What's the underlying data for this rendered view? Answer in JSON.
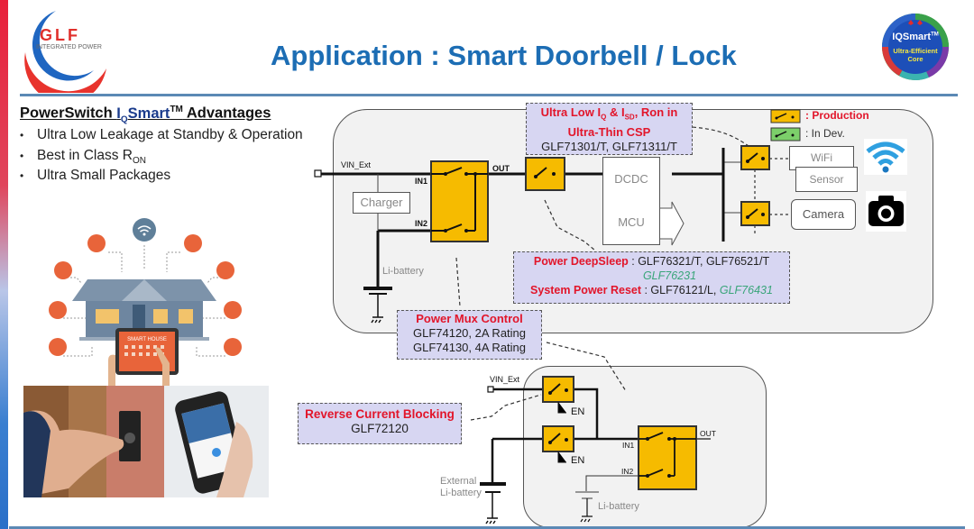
{
  "header": {
    "title": "Application : Smart Doorbell / Lock",
    "logo_main": "GLF",
    "logo_sub": "INTEGRATED POWER",
    "badge_title": "IQSmart",
    "badge_tm": "TM",
    "badge_line1": "Ultra-Efficient",
    "badge_line2": "Core"
  },
  "advantages": {
    "title_pre": "PowerSwitch ",
    "title_iq_main": "I",
    "title_iq_sub": "Q",
    "title_iq_rest": "Smart",
    "title_tm": "TM",
    "title_post": " Advantages",
    "bullet": "•",
    "items": [
      {
        "text": "Ultra Low Leakage at Standby & Operation",
        "sub": ""
      },
      {
        "text": "Best in Class R",
        "sub": "ON"
      },
      {
        "text": "Ultra Small Packages",
        "sub": ""
      }
    ]
  },
  "illustration": {
    "house_label": "SMART HOUSE",
    "colors": {
      "orange": "#e8643a",
      "wifi_bubble": "#5f7f99",
      "house": "#7a91a8",
      "roof": "#9fb0c2"
    }
  },
  "legend": {
    "production": ": Production",
    "in_dev": ":  In Dev.",
    "production_color": "#f5b800",
    "in_dev_color": "#7ccf6a"
  },
  "top_diagram": {
    "vin_label": "VIN_Ext",
    "charger": "Charger",
    "li_battery": "Li-battery",
    "in1": "IN1",
    "in2": "IN2",
    "out": "OUT",
    "dcdc": "DCDC",
    "mcu": "MCU",
    "wifi": "WiFi",
    "sensor": "Sensor",
    "camera": "Camera"
  },
  "callouts": {
    "ultra_low": {
      "line1_pre": "Ultra Low I",
      "line1_sub1": "Q",
      "line1_mid": " & I",
      "line1_sub2": "SD",
      "line1_post": ", Ron in",
      "line2": "Ultra-Thin CSP",
      "line3": "GLF71301/T, GLF71311/T"
    },
    "deep_sleep": {
      "label1": "Power DeepSleep",
      "parts1": " : GLF76321/T, GLF76521/T",
      "dev1": "GLF76231",
      "label2": "System Power Reset",
      "parts2": " : GLF76121/L, ",
      "dev2": "GLF76431"
    },
    "power_mux": {
      "title": "Power Mux Control",
      "line1": "GLF74120, 2A Rating",
      "line2": "GLF74130, 4A Rating"
    },
    "reverse": {
      "title": "Reverse Current Blocking",
      "line1": "GLF72120"
    }
  },
  "bottom_diagram": {
    "vin_label": "VIN_Ext",
    "en1": "EN",
    "en2": "EN",
    "in1": "IN1",
    "in2": "IN2",
    "out": "OUT",
    "ext_battery_line1": "External",
    "ext_battery_line2": "Li-battery",
    "li_battery": "Li-battery"
  }
}
